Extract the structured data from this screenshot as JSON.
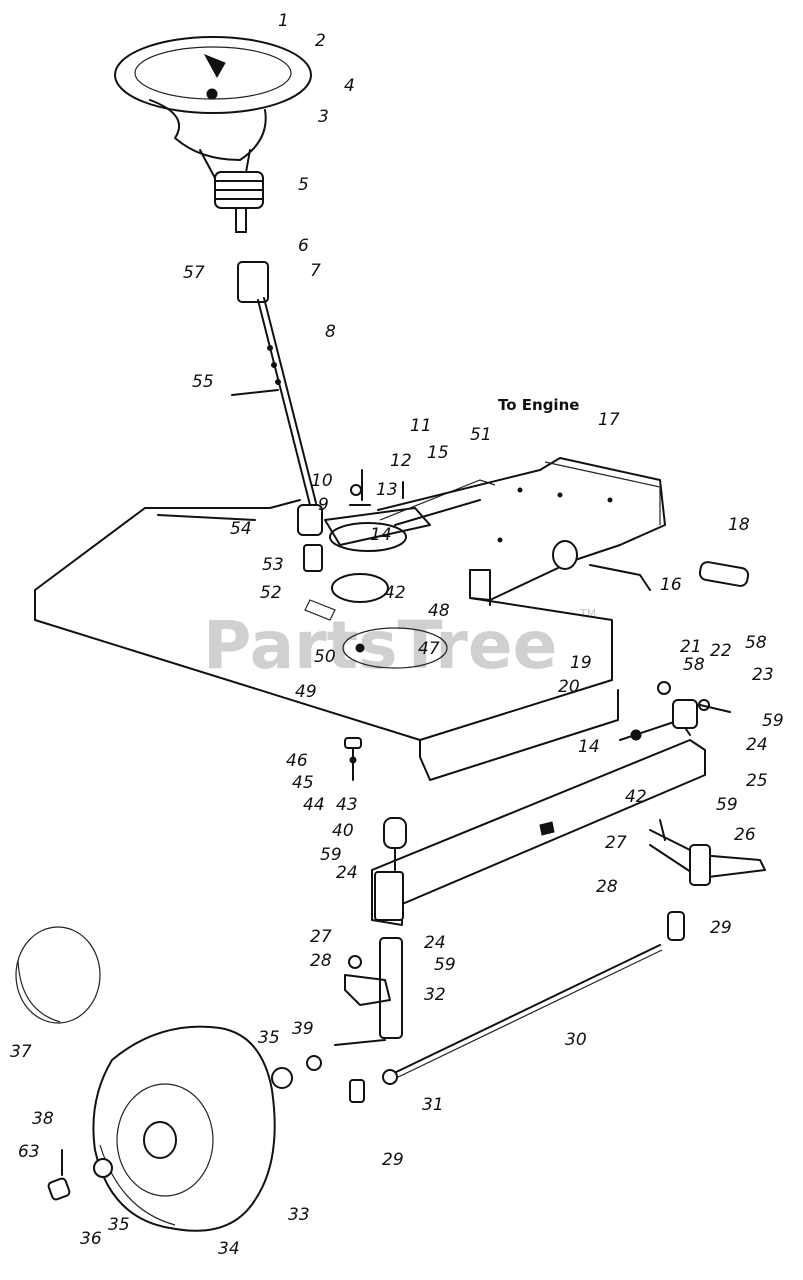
{
  "diagram": {
    "note": "To Engine",
    "watermark": "PartsTree",
    "watermark_mark": "TM",
    "callouts": [
      "1",
      "2",
      "3",
      "4",
      "5",
      "6",
      "7",
      "57",
      "8",
      "55",
      "11",
      "51",
      "17",
      "12",
      "15",
      "10",
      "13",
      "9",
      "14",
      "54",
      "53",
      "18",
      "52",
      "42",
      "16",
      "48",
      "47",
      "50",
      "19",
      "49",
      "20",
      "21",
      "58",
      "22",
      "58",
      "23",
      "59",
      "24",
      "25",
      "46",
      "45",
      "14",
      "42",
      "44",
      "43",
      "59",
      "26",
      "40",
      "27",
      "59",
      "24",
      "28",
      "29",
      "27",
      "24",
      "28",
      "59",
      "32",
      "37",
      "35",
      "39",
      "30",
      "38",
      "31",
      "63",
      "29",
      "33",
      "36",
      "35",
      "34"
    ]
  }
}
